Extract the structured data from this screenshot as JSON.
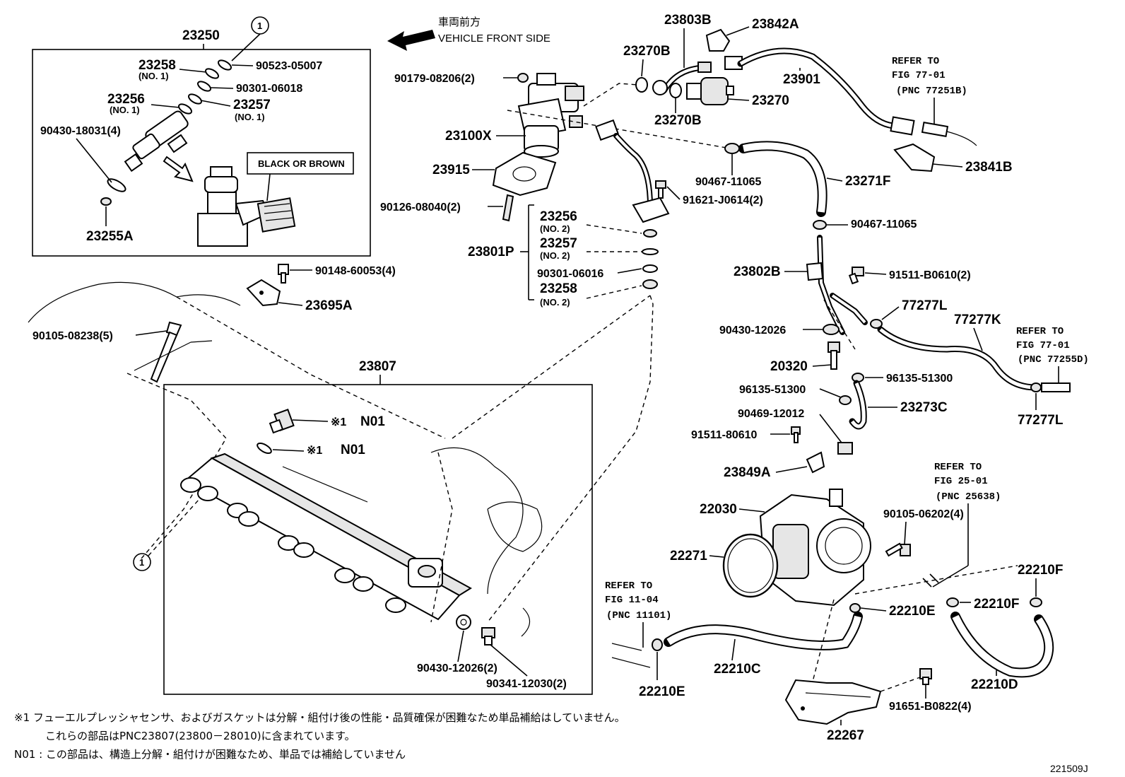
{
  "header": {
    "direction_jp": "車両前方",
    "direction_en": "VEHICLE FRONT SIDE"
  },
  "boxes": {
    "injector_group": "23250",
    "delivery_pipe": "23807"
  },
  "callout_circle": "1",
  "injector_inset": {
    "connector_note": "BLACK OR BROWN",
    "no1": "(NO. 1)"
  },
  "labels": {
    "p23258_1": "23258",
    "p23256_1": "23256",
    "p23257_1": "23257",
    "p90523": "90523-05007",
    "p90301_06018": "90301-06018",
    "p90430_18031": "90430-18031(4)",
    "p23255A": "23255A",
    "p90148": "90148-60053(4)",
    "p23695A": "23695A",
    "p90105_08238": "90105-08238(5)",
    "p90179": "90179-08206(2)",
    "p23100X": "23100X",
    "p23915": "23915",
    "p90126": "90126-08040(2)",
    "p23801P": "23801P",
    "p23256_2": "23256",
    "p23257_2": "23257",
    "p90301_06016": "90301-06016",
    "p23258_2": "23258",
    "no2": "(NO. 2)",
    "p23803B": "23803B",
    "p23842A": "23842A",
    "p23270B_a": "23270B",
    "p23270B_b": "23270B",
    "p23270": "23270",
    "p23901": "23901",
    "p23841B": "23841B",
    "p90467_a": "90467-11065",
    "p90467_b": "90467-11065",
    "p91621": "91621-J0614(2)",
    "p23271F": "23271F",
    "p23802B": "23802B",
    "p91511_b0610": "91511-B0610(2)",
    "p77277L_a": "77277L",
    "p77277K": "77277K",
    "p77277L_b": "77277L",
    "p90430_12026": "90430-12026",
    "p20320": "20320",
    "p96135_a": "96135-51300",
    "p96135_b": "96135-51300",
    "p23273C": "23273C",
    "p90469": "90469-12012",
    "p91511_80610": "91511-80610",
    "p23849A": "23849A",
    "p22030": "22030",
    "p90105_06202": "90105-06202(4)",
    "p22271": "22271",
    "p22210F_a": "22210F",
    "p22210F_b": "22210F",
    "p22210E_a": "22210E",
    "p22210E_b": "22210E",
    "p22210C": "22210C",
    "p22210D": "22210D",
    "p91651": "91651-B0822(4)",
    "p22267": "22267",
    "p90430_12026_2": "90430-12026(2)",
    "p90341": "90341-12030(2)",
    "n01_mark": "※1",
    "n01_code": "N01"
  },
  "refers": {
    "r1_title": "REFER TO",
    "r1_fig": "FIG 77-01",
    "r1_pnc": "(PNC 77251B)",
    "r2_title": "REFER TO",
    "r2_fig": "FIG 77-01",
    "r2_pnc": "(PNC 77255D)",
    "r3_title": "REFER TO",
    "r3_fig": "FIG 25-01",
    "r3_pnc": "(PNC 25638)",
    "r4_title": "REFER TO",
    "r4_fig": "FIG 11-04",
    "r4_pnc": "(PNC 11101)"
  },
  "footnotes": {
    "line1": "※1 フューエルプレッシャセンサ、およびガスケットは分解・組付け後の性能・品質確保が困難なため単品補給はしていません。",
    "line2": "これらの部品はPNC23807(23800－28010)に含まれています。",
    "line3": "N01 : この部品は、構造上分解・組付けが困難なため、単品では補給していません"
  },
  "figure_code": "221509J"
}
